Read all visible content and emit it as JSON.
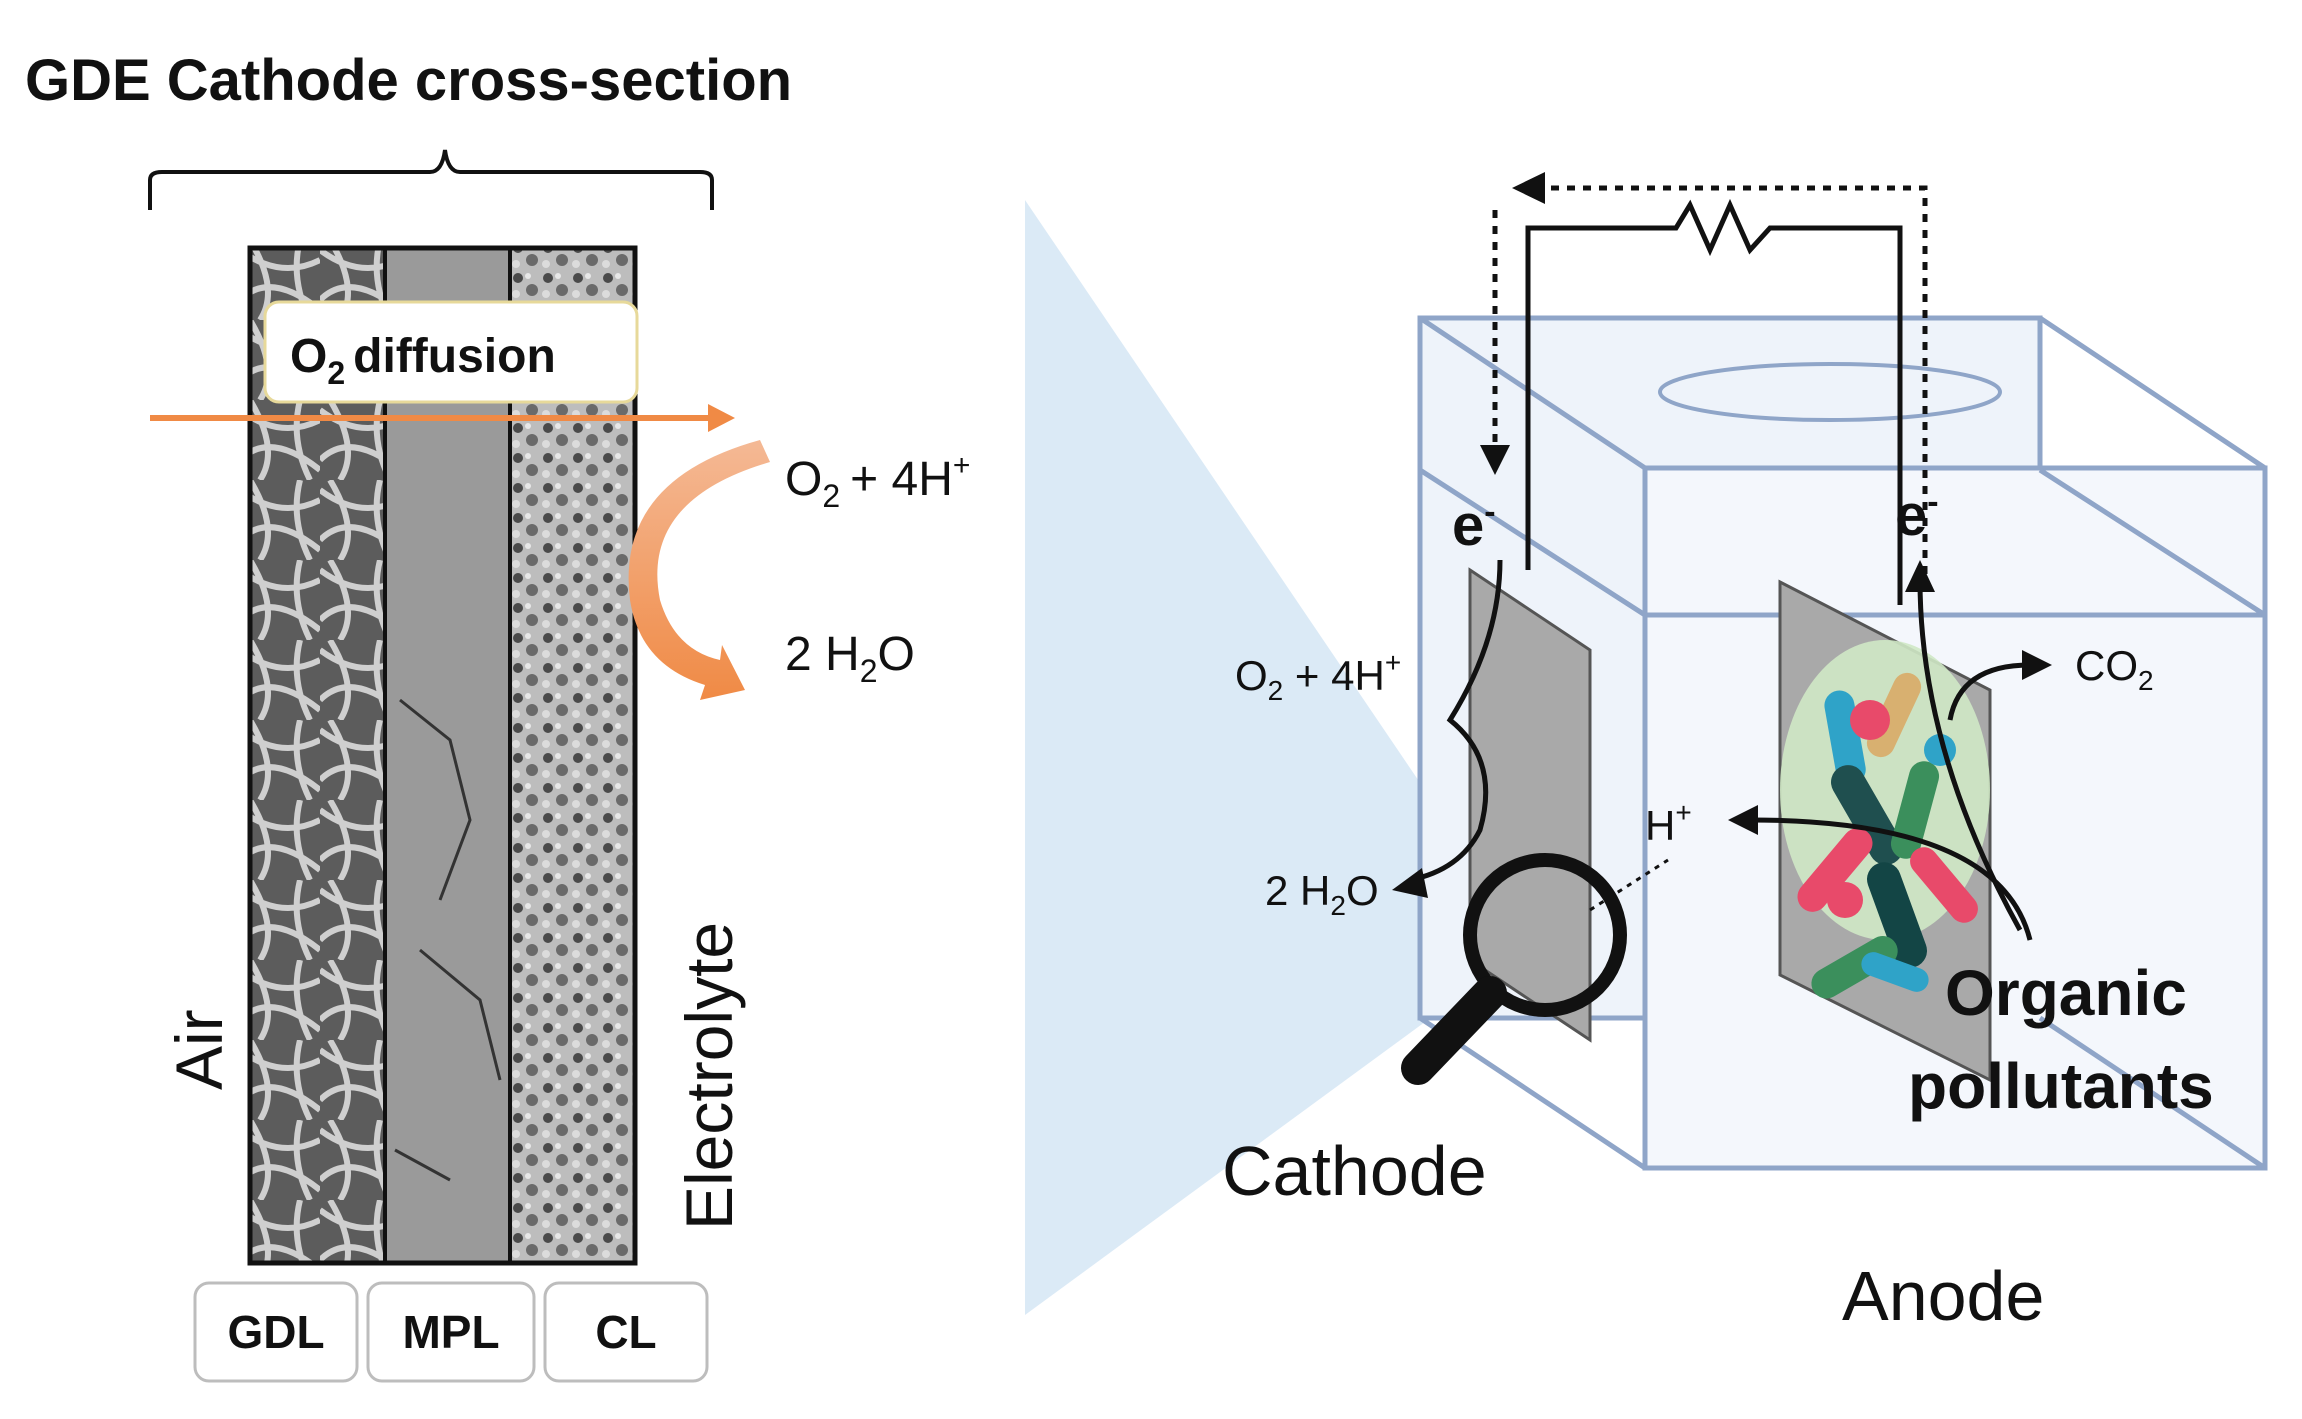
{
  "cross_section": {
    "title": "GDE Cathode cross-section",
    "o2_diffusion": {
      "o2": "O",
      "o2_sub": "2",
      "rest": "diffusion"
    },
    "reaction_top": {
      "o": "O",
      "sub": "2",
      "rest": "+  4H",
      "sup": "+"
    },
    "reaction_bottom": {
      "pre": "2 H",
      "sub": "2",
      "post": "O"
    },
    "side_left": "Air",
    "side_right": "Electrolyte",
    "layers": [
      "GDL",
      "MPL",
      "CL"
    ]
  },
  "cell": {
    "electron_left": {
      "e": "e",
      "sup": "-"
    },
    "electron_right": {
      "e": "e",
      "sup": "-"
    },
    "cathode_reaction_top": {
      "o": "O",
      "sub": "2",
      "rest": " + 4H",
      "sup": "+"
    },
    "cathode_reaction_bottom": {
      "pre": "2 H",
      "sub": "2",
      "post": "O"
    },
    "proton": {
      "h": "H",
      "sup": "+"
    },
    "co2": {
      "c": "CO",
      "sub": "2"
    },
    "organic_line1": "Organic",
    "organic_line2": "pollutants",
    "cathode_label": "Cathode",
    "anode_label": "Anode"
  },
  "colors": {
    "arrow_orange": "#f08a45",
    "box_blue": "#8fa5c8",
    "beam_blue": "#d5e6f5",
    "electrode_gray": "#a9a9a9",
    "tan_box": "#f7f1d4"
  }
}
